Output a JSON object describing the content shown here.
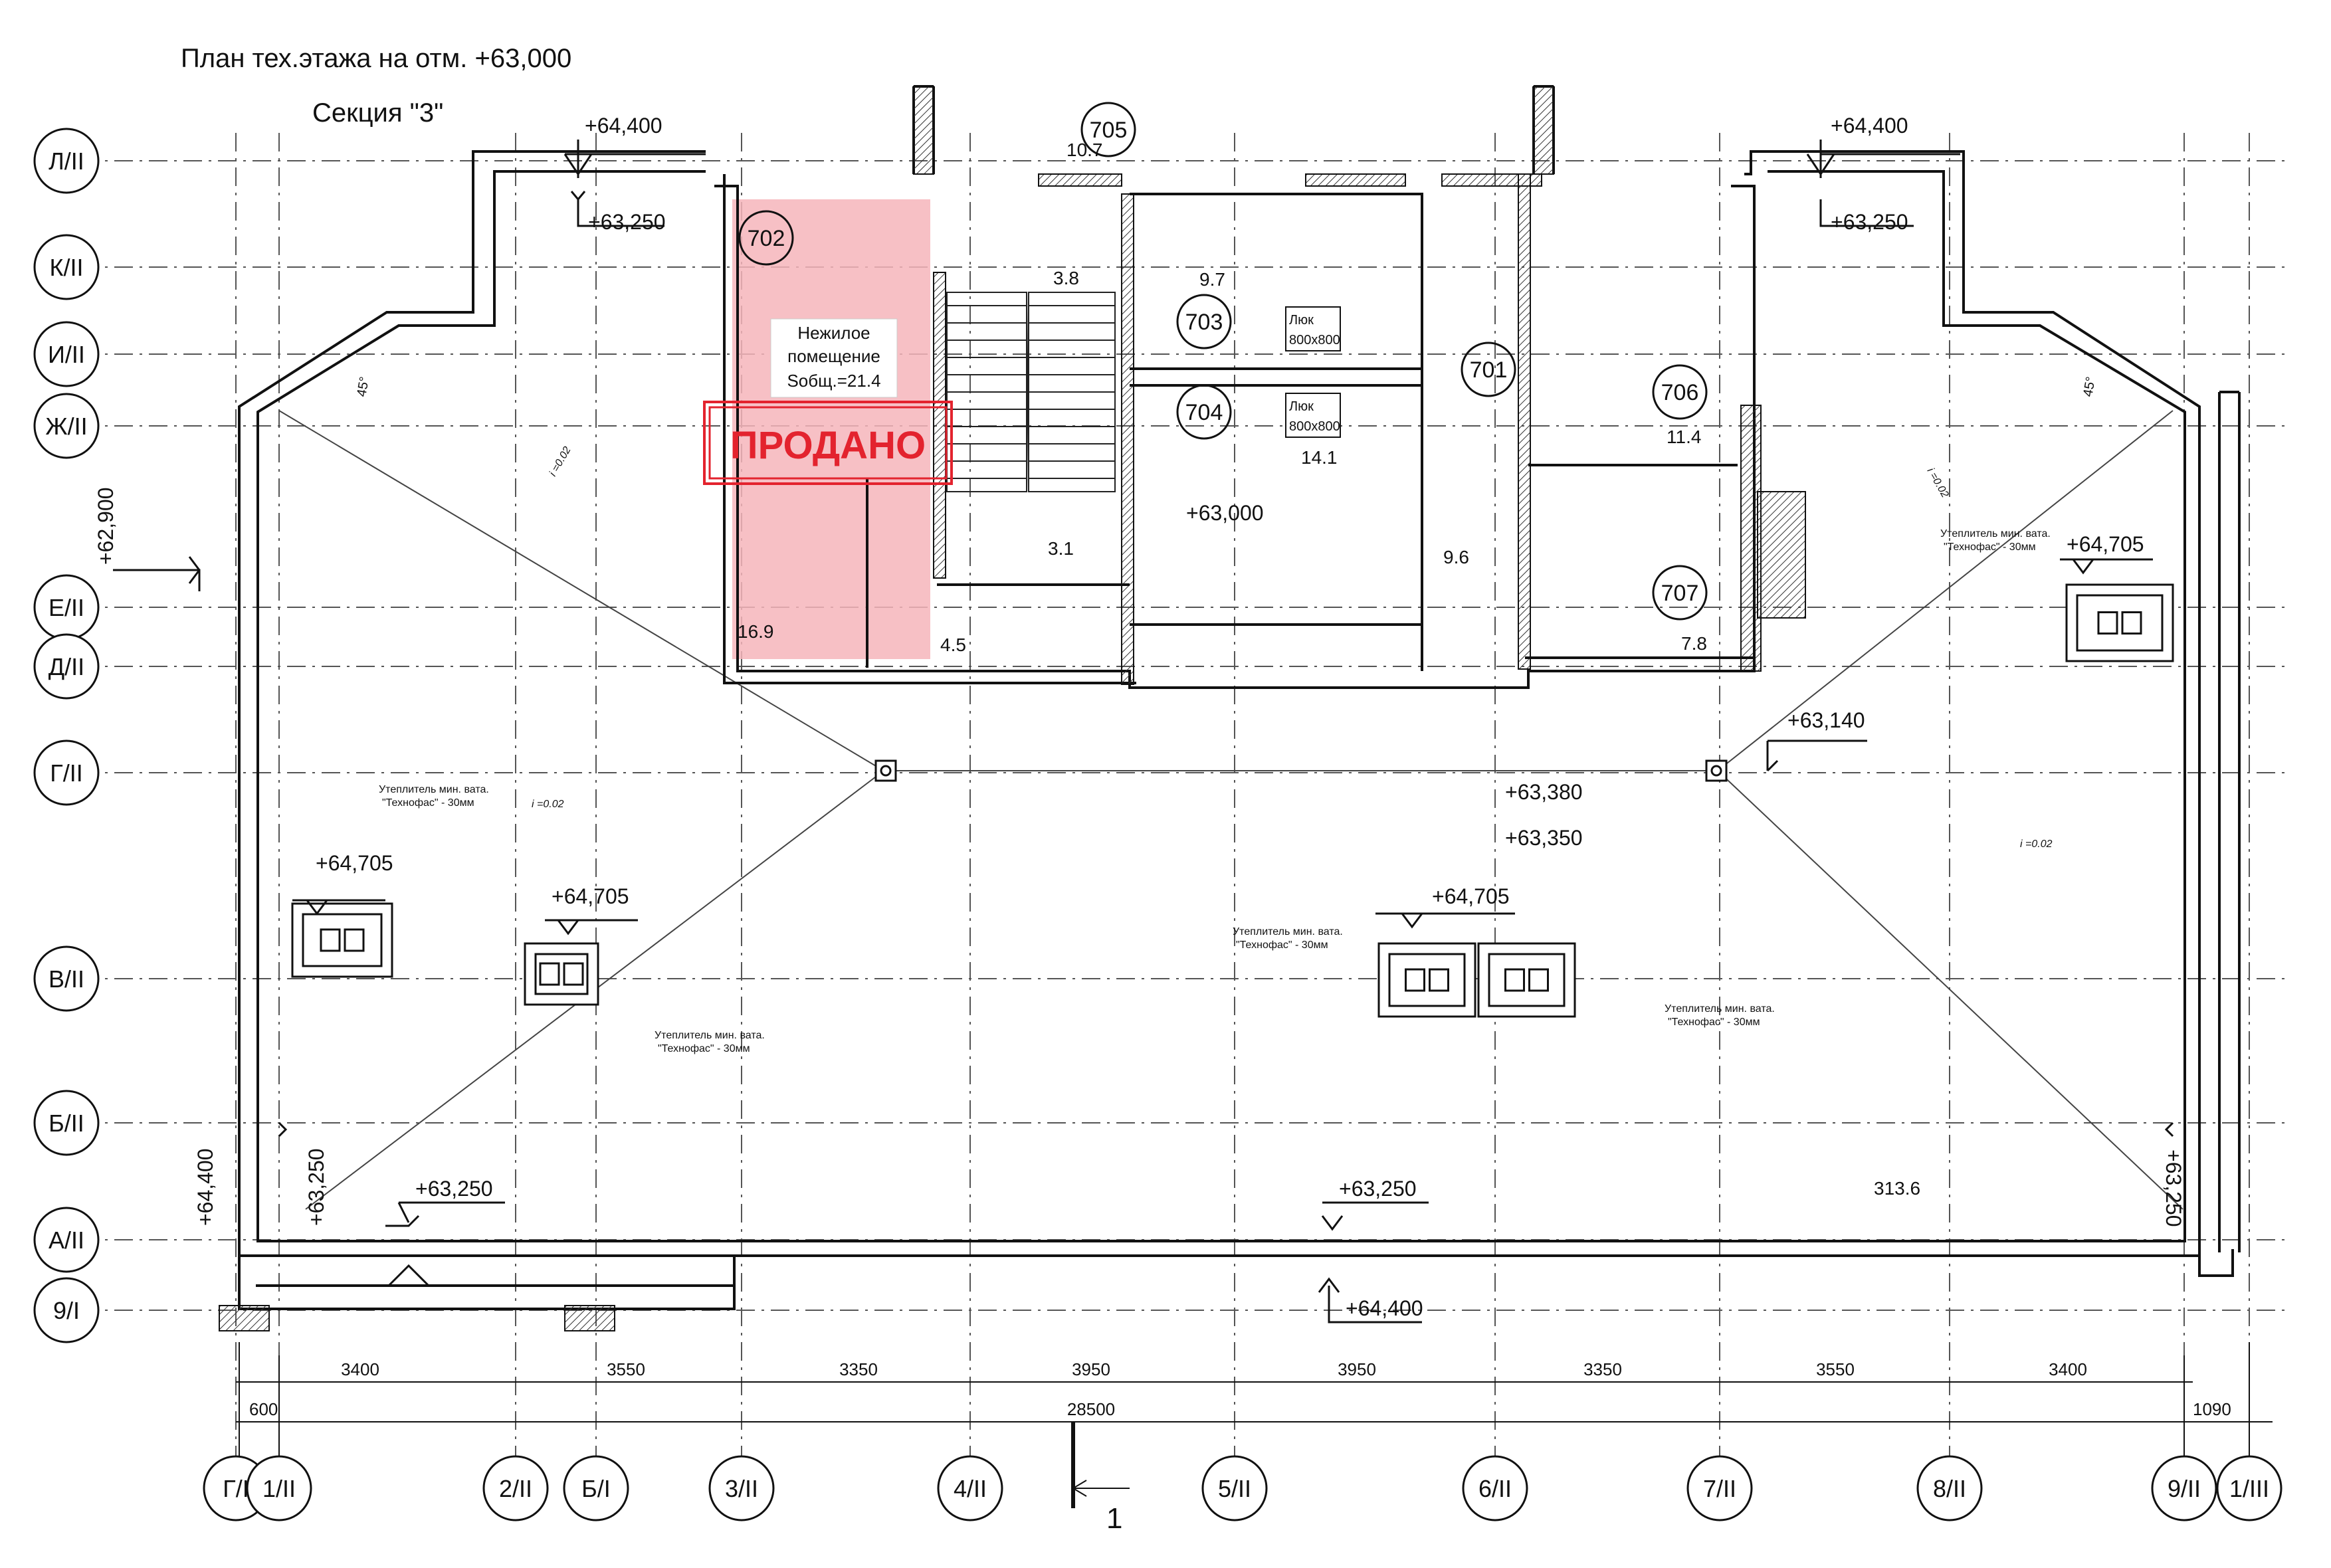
{
  "header": {
    "title": "План тех.этажа на отм. +63,000",
    "section": "Секция \"3\""
  },
  "axes": {
    "rows": [
      "Л/II",
      "К/II",
      "И/II",
      "Ж/II",
      "Е/II",
      "Д/II",
      "Г/II",
      "В/II",
      "Б/II",
      "А/II",
      "9/I"
    ],
    "cols": [
      "Г/I",
      "1/II",
      "2/II",
      "Б/I",
      "3/II",
      "4/II",
      "5/II",
      "6/II",
      "7/II",
      "8/II",
      "9/II",
      "1/III"
    ]
  },
  "dimensions": {
    "spans": [
      "3400",
      "3550",
      "3350",
      "3950",
      "3950",
      "3350",
      "3550",
      "3400"
    ],
    "total": "28500",
    "left_offset": "600",
    "right_offset": "1090"
  },
  "rooms": [
    {
      "number": "705",
      "area": "10.7"
    },
    {
      "number": "702",
      "area": "16.9"
    },
    {
      "number": "703",
      "area": "9.7"
    },
    {
      "number": "704",
      "area": "14.1"
    },
    {
      "number": "701",
      "area": "9.6"
    },
    {
      "number": "706",
      "area": "11.4"
    },
    {
      "number": "707",
      "area": "7.8"
    }
  ],
  "small_areas": {
    "stair_top": "3.8",
    "stair_bottom": "3.1",
    "bath": "4.5"
  },
  "total_area": "313.6",
  "highlight": {
    "label_line1": "Нежилое",
    "label_line2": "помещение",
    "label_line3": "Sобщ.=21.4",
    "stamp": "ПРОДАНО",
    "color": "#f6b5bb",
    "stamp_color": "#e3232e"
  },
  "hatch": {
    "label_line1": "Люк",
    "label_line2": "800х800"
  },
  "elevations": {
    "e64400": "+64,400",
    "e63250": "+63,250",
    "e62900": "+62,900",
    "e63000": "+63,000",
    "e64705": "+64,705",
    "e63140": "+63,140",
    "e63380": "+63,380",
    "e63350": "+63,350"
  },
  "notes": {
    "insul_line1": "Утеплитель мин. вата.",
    "insul_line2": "\"Технофас\" - 30мм",
    "slope": "i =0.02",
    "angle": "45°",
    "section_mark": "1"
  }
}
